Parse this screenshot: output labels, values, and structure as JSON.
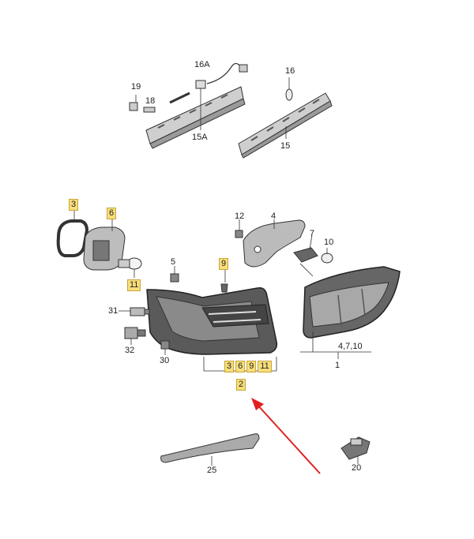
{
  "colors": {
    "highlight": "#f7de7a",
    "arrow": "#e02020",
    "part_dark": "#6b6b6b",
    "part_light": "#d8d8d8"
  },
  "labels": {
    "p16A": "16A",
    "p19": "19",
    "p18": "18",
    "p15A": "15A",
    "p16": "16",
    "p15": "15",
    "p3": "3",
    "p6": "6",
    "p11": "11",
    "p12": "12",
    "p4": "4",
    "p7": "7",
    "p10": "10",
    "p5": "5",
    "p9": "9",
    "p31": "31",
    "p32": "32",
    "p30": "30",
    "p1_group": "4,7,10",
    "p1": "1",
    "p2_group": [
      "3",
      "6",
      "9",
      "11"
    ],
    "p2": "2",
    "p25": "25",
    "p20": "20"
  }
}
